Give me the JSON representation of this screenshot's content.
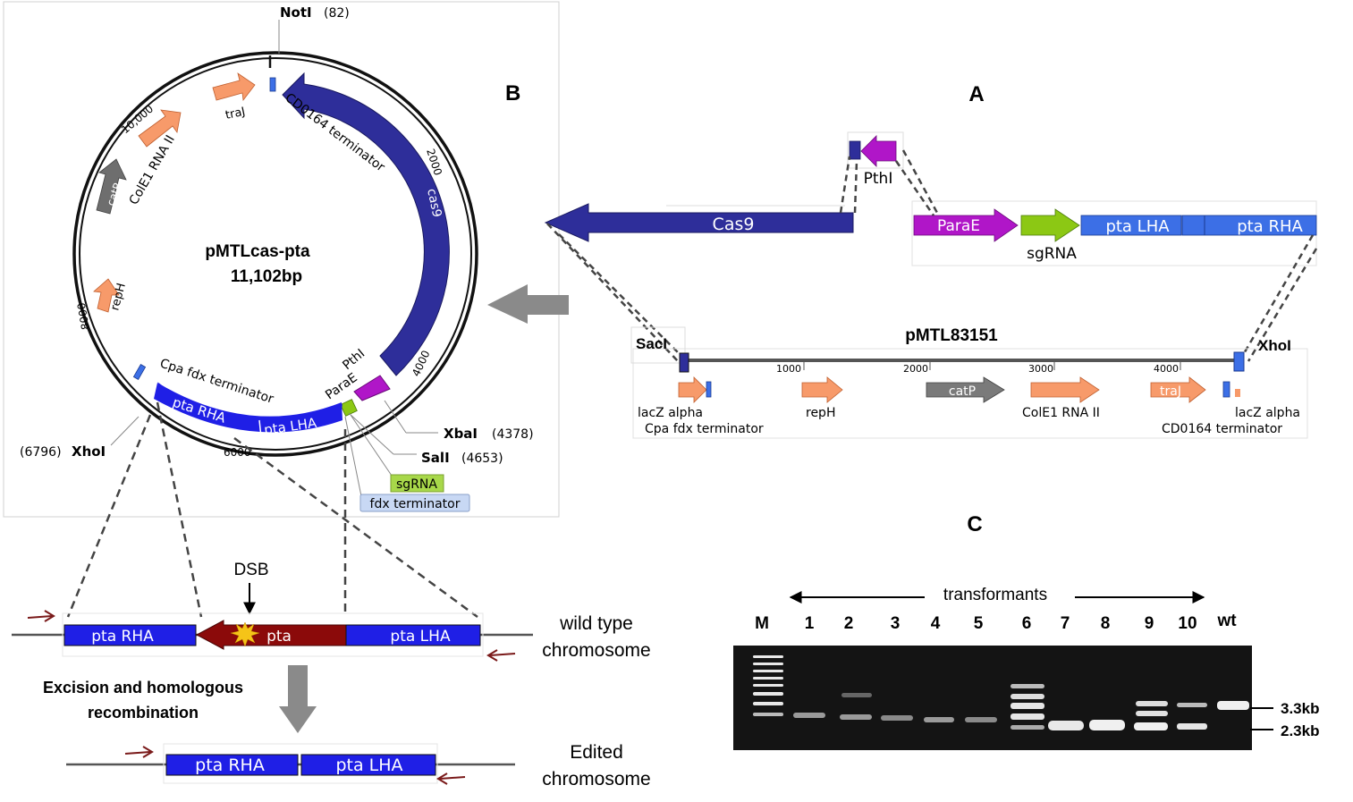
{
  "panels": {
    "a": "A",
    "b": "B",
    "c": "C"
  },
  "plasmid": {
    "name": "pMTLcas-pta",
    "size": "11,102bp",
    "ticks": [
      "2000",
      "4000",
      "6000",
      "8000",
      "10,000"
    ],
    "features": {
      "cd0164": "CD0164 terminator",
      "cas9": "cas9",
      "trai": "traJ",
      "cole1": "ColE1 RNA II",
      "catp": "catP",
      "reph": "repH",
      "cpa": "Cpa fdx terminator",
      "pta_rha": "pta RHA",
      "pta_lha": "pta LHA",
      "parae": "ParaE",
      "pthl": "PthI",
      "sgrna": "sgRNA",
      "fdx": "fdx terminator"
    },
    "sites": {
      "noti": {
        "name": "NotI",
        "pos": "(82)"
      },
      "xbai": {
        "name": "XbaI",
        "pos": "(4378)"
      },
      "sali": {
        "name": "SalI",
        "pos": "(4653)"
      },
      "xhoi": {
        "name": "XhoI",
        "pos": "(6796)"
      }
    }
  },
  "panel_a": {
    "cas9": "Cas9",
    "pthl": "PthI",
    "parae": "ParaE",
    "sgrna": "sgRNA",
    "pta_lha": "pta LHA",
    "pta_rha": "pta RHA",
    "backbone": "pMTL83151",
    "saci": "SacI",
    "xhoi": "XhoI",
    "scale": [
      "1000",
      "2000",
      "3000",
      "4000"
    ],
    "lacz_left": "lacZ alpha",
    "cpa": "Cpa fdx terminator",
    "reph": "repH",
    "catp": "catP",
    "cole1": "ColE1 RNA II",
    "traj": "traJ",
    "lacz_right": "lacZ alpha",
    "cd0164": "CD0164 terminator"
  },
  "recombination": {
    "dsb": "DSB",
    "pta_rha": "pta RHA",
    "pta": "pta",
    "pta_lha": "pta LHA",
    "wt_line1": "wild type",
    "wt_line2": "chromosome",
    "step_line1": "Excision and homologous",
    "step_line2": "recombination",
    "edited_rha": "pta RHA",
    "edited_lha": "pta LHA",
    "edited_line1": "Edited",
    "edited_line2": "chromosome"
  },
  "gel": {
    "header": "transformants",
    "lanes": [
      "M",
      "1",
      "2",
      "3",
      "4",
      "5",
      "6",
      "7",
      "8",
      "9",
      "10",
      "wt"
    ],
    "size_high": "3.3kb",
    "size_low": "2.3kb"
  },
  "colors": {
    "dark_blue": "#2e2e9a",
    "blue": "#1f1fe6",
    "light_blue": "#3c6fe6",
    "purple": "#b016c8",
    "green": "#8cc814",
    "salmon": "#f79a6a",
    "grey_arrow": "#6e6e6e",
    "pta_red": "#8b0a0a"
  }
}
